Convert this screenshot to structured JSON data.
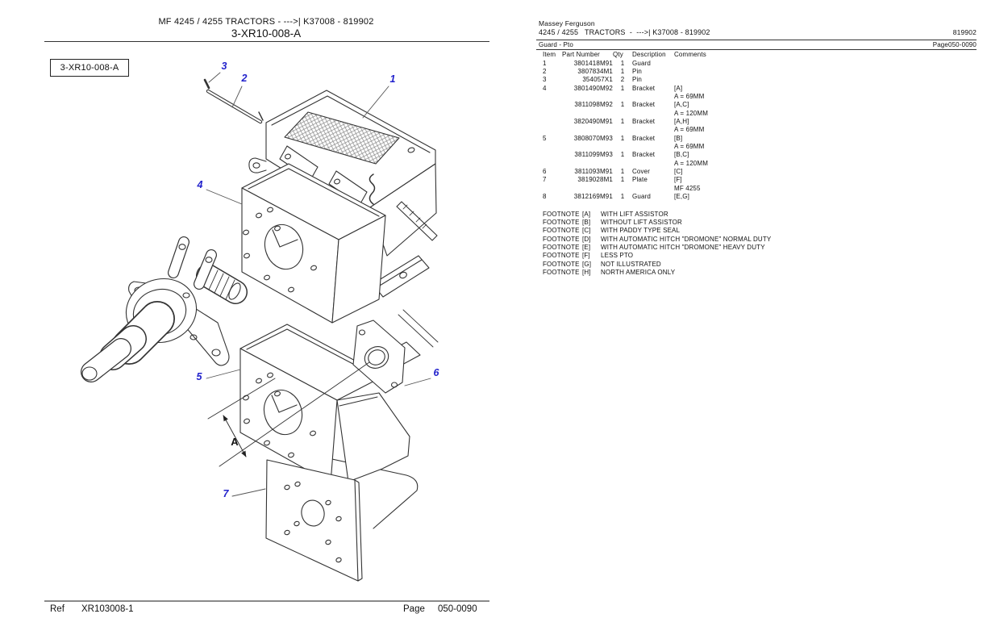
{
  "left_page": {
    "header_line1": "MF 4245 / 4255   TRACTORS  -  --->| K37008 - 819902",
    "header_line2": "3-XR10-008-A",
    "diagram_label": "3-XR10-008-A",
    "footer": {
      "ref_label": "Ref",
      "ref_value": "XR103008-1",
      "page_label": "Page",
      "page_value": "050-0090"
    }
  },
  "diagram": {
    "callouts": [
      {
        "label": "1"
      },
      {
        "label": "2"
      },
      {
        "label": "3"
      },
      {
        "label": "4"
      },
      {
        "label": "5"
      },
      {
        "label": "6"
      },
      {
        "label": "7"
      }
    ],
    "dimension_label": "A"
  },
  "right_page": {
    "brand": "Massey Ferguson",
    "model_line": "4245 / 4255   TRACTORS  -  --->| K37008 - 819902",
    "serial": "819902",
    "section": "Guard - Pto",
    "page_ref": "Page050-0090",
    "table": {
      "headers": {
        "item": "Item",
        "part": "Part Number",
        "qty": "Qty",
        "desc": "Description",
        "comments": "Comments"
      },
      "rows": [
        {
          "item": "1",
          "part": "3801418M91",
          "qty": "1",
          "desc": "Guard",
          "comments": []
        },
        {
          "item": "2",
          "part": "3807834M1",
          "qty": "1",
          "desc": "Pin",
          "comments": []
        },
        {
          "item": "3",
          "part": "354057X1",
          "qty": "2",
          "desc": "Pin",
          "comments": []
        },
        {
          "item": "4",
          "part": "3801490M92",
          "qty": "1",
          "desc": "Bracket",
          "comments": [
            "[A]",
            "A = 69MM"
          ]
        },
        {
          "item": "",
          "part": "3811098M92",
          "qty": "1",
          "desc": "Bracket",
          "comments": [
            "[A,C]",
            "A = 120MM"
          ]
        },
        {
          "item": "",
          "part": "3820490M91",
          "qty": "1",
          "desc": "Bracket",
          "comments": [
            "[A,H]",
            "A = 69MM"
          ]
        },
        {
          "item": "5",
          "part": "3808070M93",
          "qty": "1",
          "desc": "Bracket",
          "comments": [
            "[B]",
            "A = 69MM"
          ]
        },
        {
          "item": "",
          "part": "3811099M93",
          "qty": "1",
          "desc": "Bracket",
          "comments": [
            "[B,C]",
            "A = 120MM"
          ]
        },
        {
          "item": "6",
          "part": "3811093M91",
          "qty": "1",
          "desc": "Cover",
          "comments": [
            "[C]"
          ]
        },
        {
          "item": "7",
          "part": "3819028M1",
          "qty": "1",
          "desc": "Plate",
          "comments": [
            "[F]",
            "MF 4255"
          ]
        },
        {
          "item": "8",
          "part": "3812169M91",
          "qty": "1",
          "desc": "Guard",
          "comments": [
            "[E,G]"
          ]
        }
      ]
    },
    "footnotes": [
      {
        "label": "FOOTNOTE",
        "key": "[A]",
        "text": "WITH LIFT ASSISTOR"
      },
      {
        "label": "FOOTNOTE",
        "key": "[B]",
        "text": "WITHOUT LIFT ASSISTOR"
      },
      {
        "label": "FOOTNOTE",
        "key": "[C]",
        "text": "WITH PADDY TYPE SEAL"
      },
      {
        "label": "FOOTNOTE",
        "key": "[D]",
        "text": "WITH AUTOMATIC HITCH \"DROMONE\" NORMAL DUTY"
      },
      {
        "label": "FOOTNOTE",
        "key": "[E]",
        "text": "WITH AUTOMATIC HITCH \"DROMONE\" HEAVY DUTY"
      },
      {
        "label": "FOOTNOTE",
        "key": "[F]",
        "text": "LESS PTO"
      },
      {
        "label": "FOOTNOTE",
        "key": "[G]",
        "text": "NOT ILLUSTRATED"
      },
      {
        "label": "FOOTNOTE",
        "key": "[H]",
        "text": "NORTH AMERICA ONLY"
      }
    ]
  },
  "colors": {
    "callout_blue": "#2222cc",
    "line": "#333333",
    "rule_gray": "#8a8a8a",
    "background": "#ffffff"
  }
}
